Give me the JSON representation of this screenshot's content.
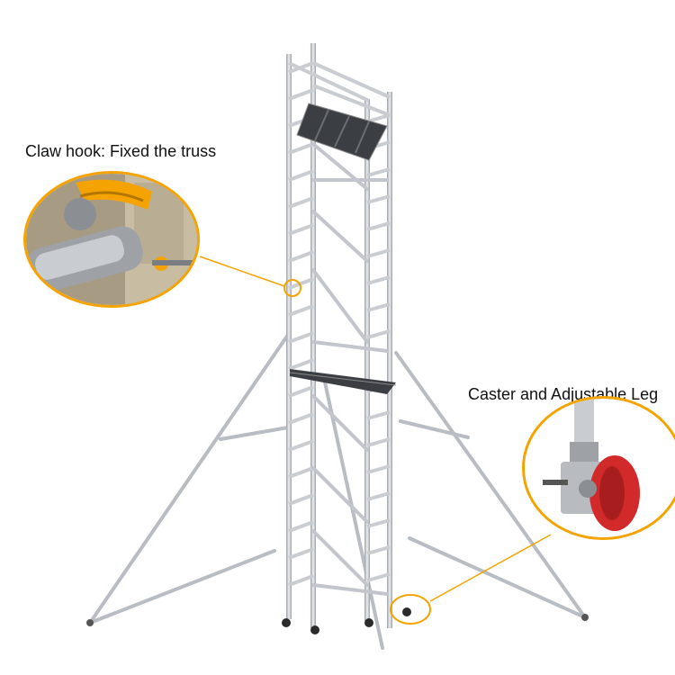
{
  "callouts": {
    "claw_hook": {
      "label": "Claw hook: Fixed the truss",
      "icon": "claw-hook-closeup"
    },
    "caster": {
      "label": "Caster and Adjustable Leg",
      "icon": "caster-wheel-closeup"
    }
  },
  "colors": {
    "accent": "#f5a300",
    "aluminium": "#c9ccd1",
    "aluminium_dark": "#8d939b",
    "wheel_red": "#d22a2a",
    "background": "#ffffff"
  }
}
